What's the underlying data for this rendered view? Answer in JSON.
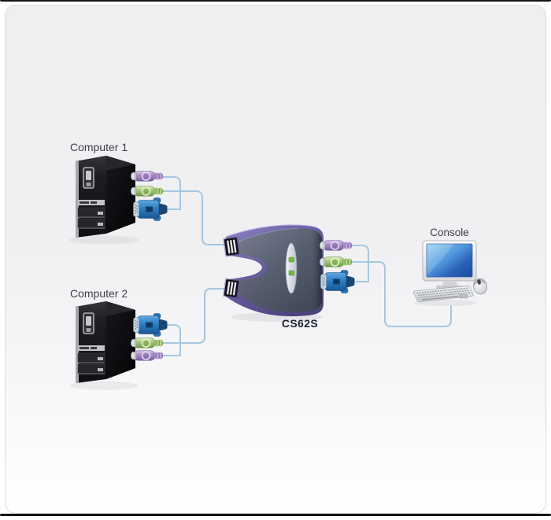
{
  "frame": {
    "edge_line_color": "#141414",
    "card_background_top": "#efeff1",
    "card_background_bottom": "#ffffff",
    "card_border": "#dddde1"
  },
  "devices": {
    "computer1": {
      "label": "Computer 1",
      "type": "tower-pc"
    },
    "computer2": {
      "label": "Computer 2",
      "type": "tower-pc"
    },
    "kvm_switch": {
      "model": "CS62S",
      "led_count": 2,
      "led_color": "#6fbf3a",
      "body_color": "#596172",
      "accent_color": "#6a5fa0"
    },
    "console": {
      "label": "Console",
      "components": [
        "monitor",
        "keyboard",
        "mouse"
      ]
    }
  },
  "connectors": {
    "ps2_keyboard": {
      "name": "ps2-keyboard-plug",
      "color": "#a88cc5"
    },
    "ps2_mouse": {
      "name": "ps2-mouse-plug",
      "color": "#a3c878"
    },
    "vga": {
      "name": "vga-plug",
      "color": "#2e7fc0"
    },
    "cable_color": "#a7c6df"
  },
  "connections": [
    {
      "from": "computer1",
      "to": "kvm-switch-port-1"
    },
    {
      "from": "computer2",
      "to": "kvm-switch-port-2"
    },
    {
      "from": "kvm-switch",
      "to": "console"
    }
  ]
}
